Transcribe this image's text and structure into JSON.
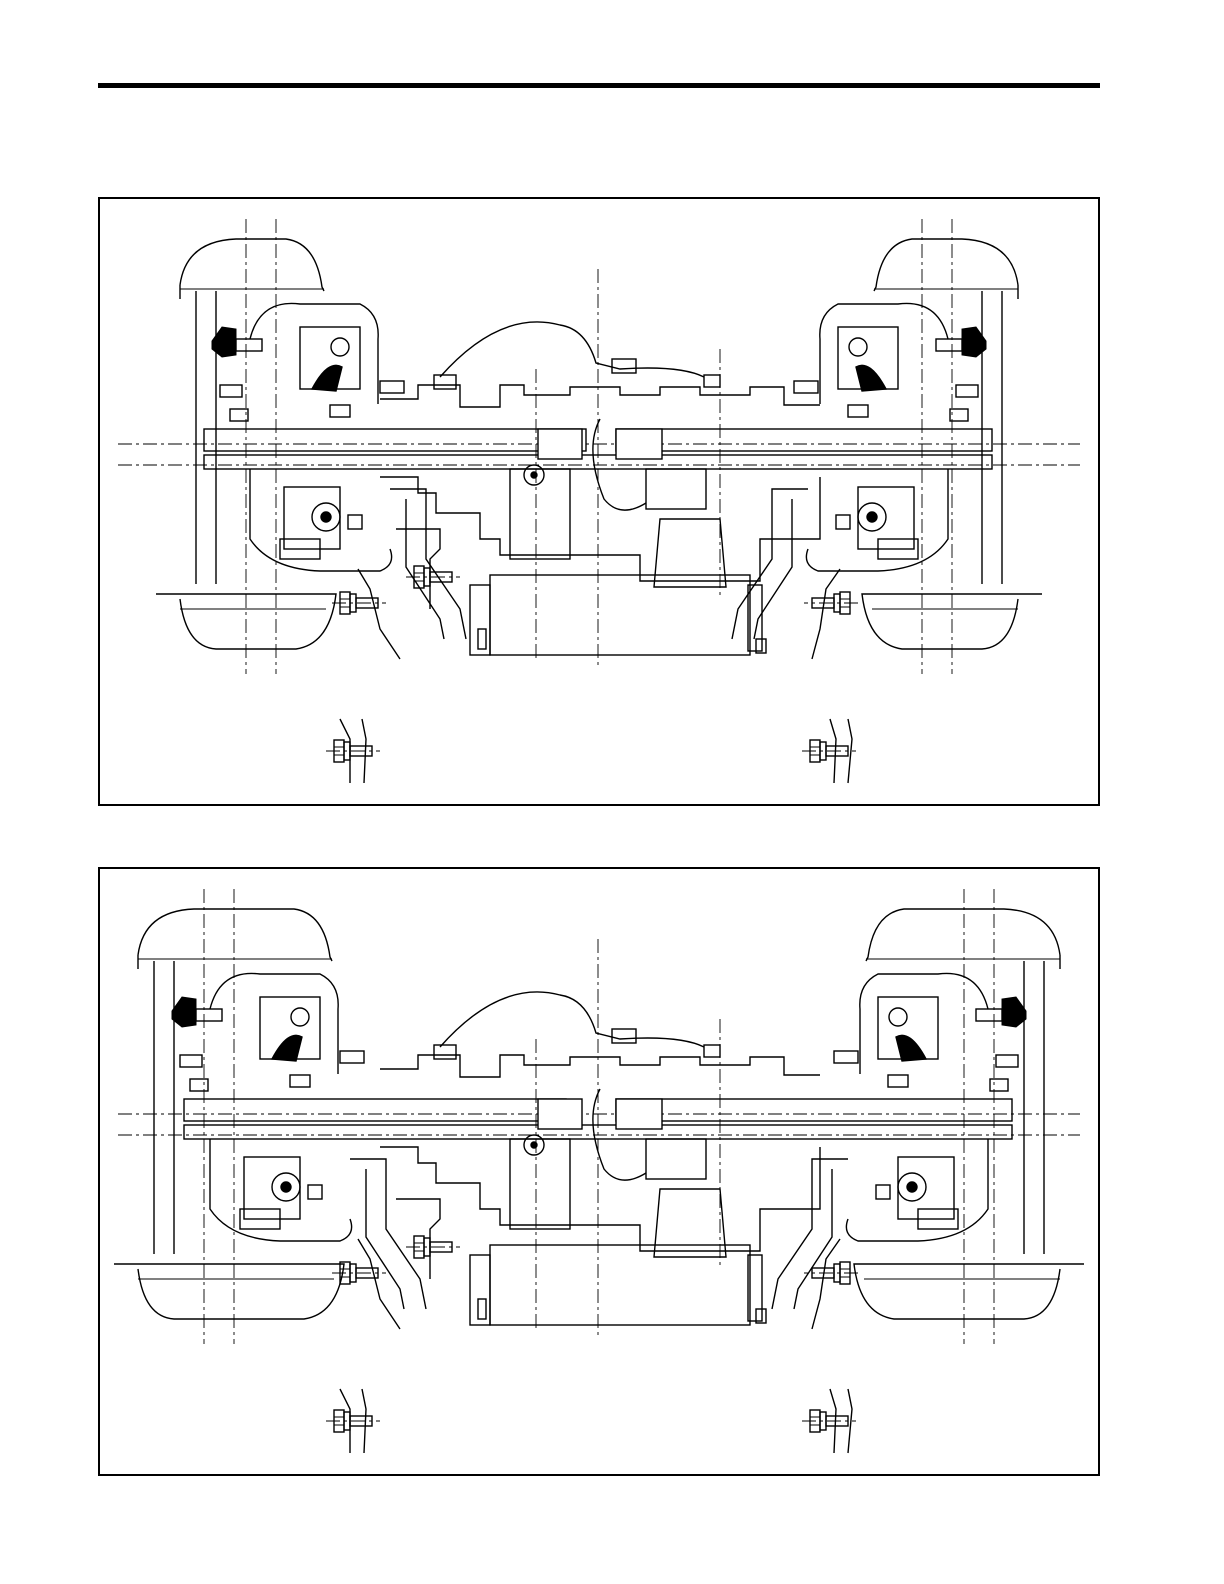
{
  "page": {
    "header_rule": true
  },
  "figures": [
    {
      "id": "figure-top",
      "caption": "",
      "variant": "narrow-track"
    },
    {
      "id": "figure-bottom",
      "caption": "",
      "variant": "wide-track"
    }
  ],
  "colors": {
    "ink": "#000000",
    "paper": "#ffffff"
  }
}
